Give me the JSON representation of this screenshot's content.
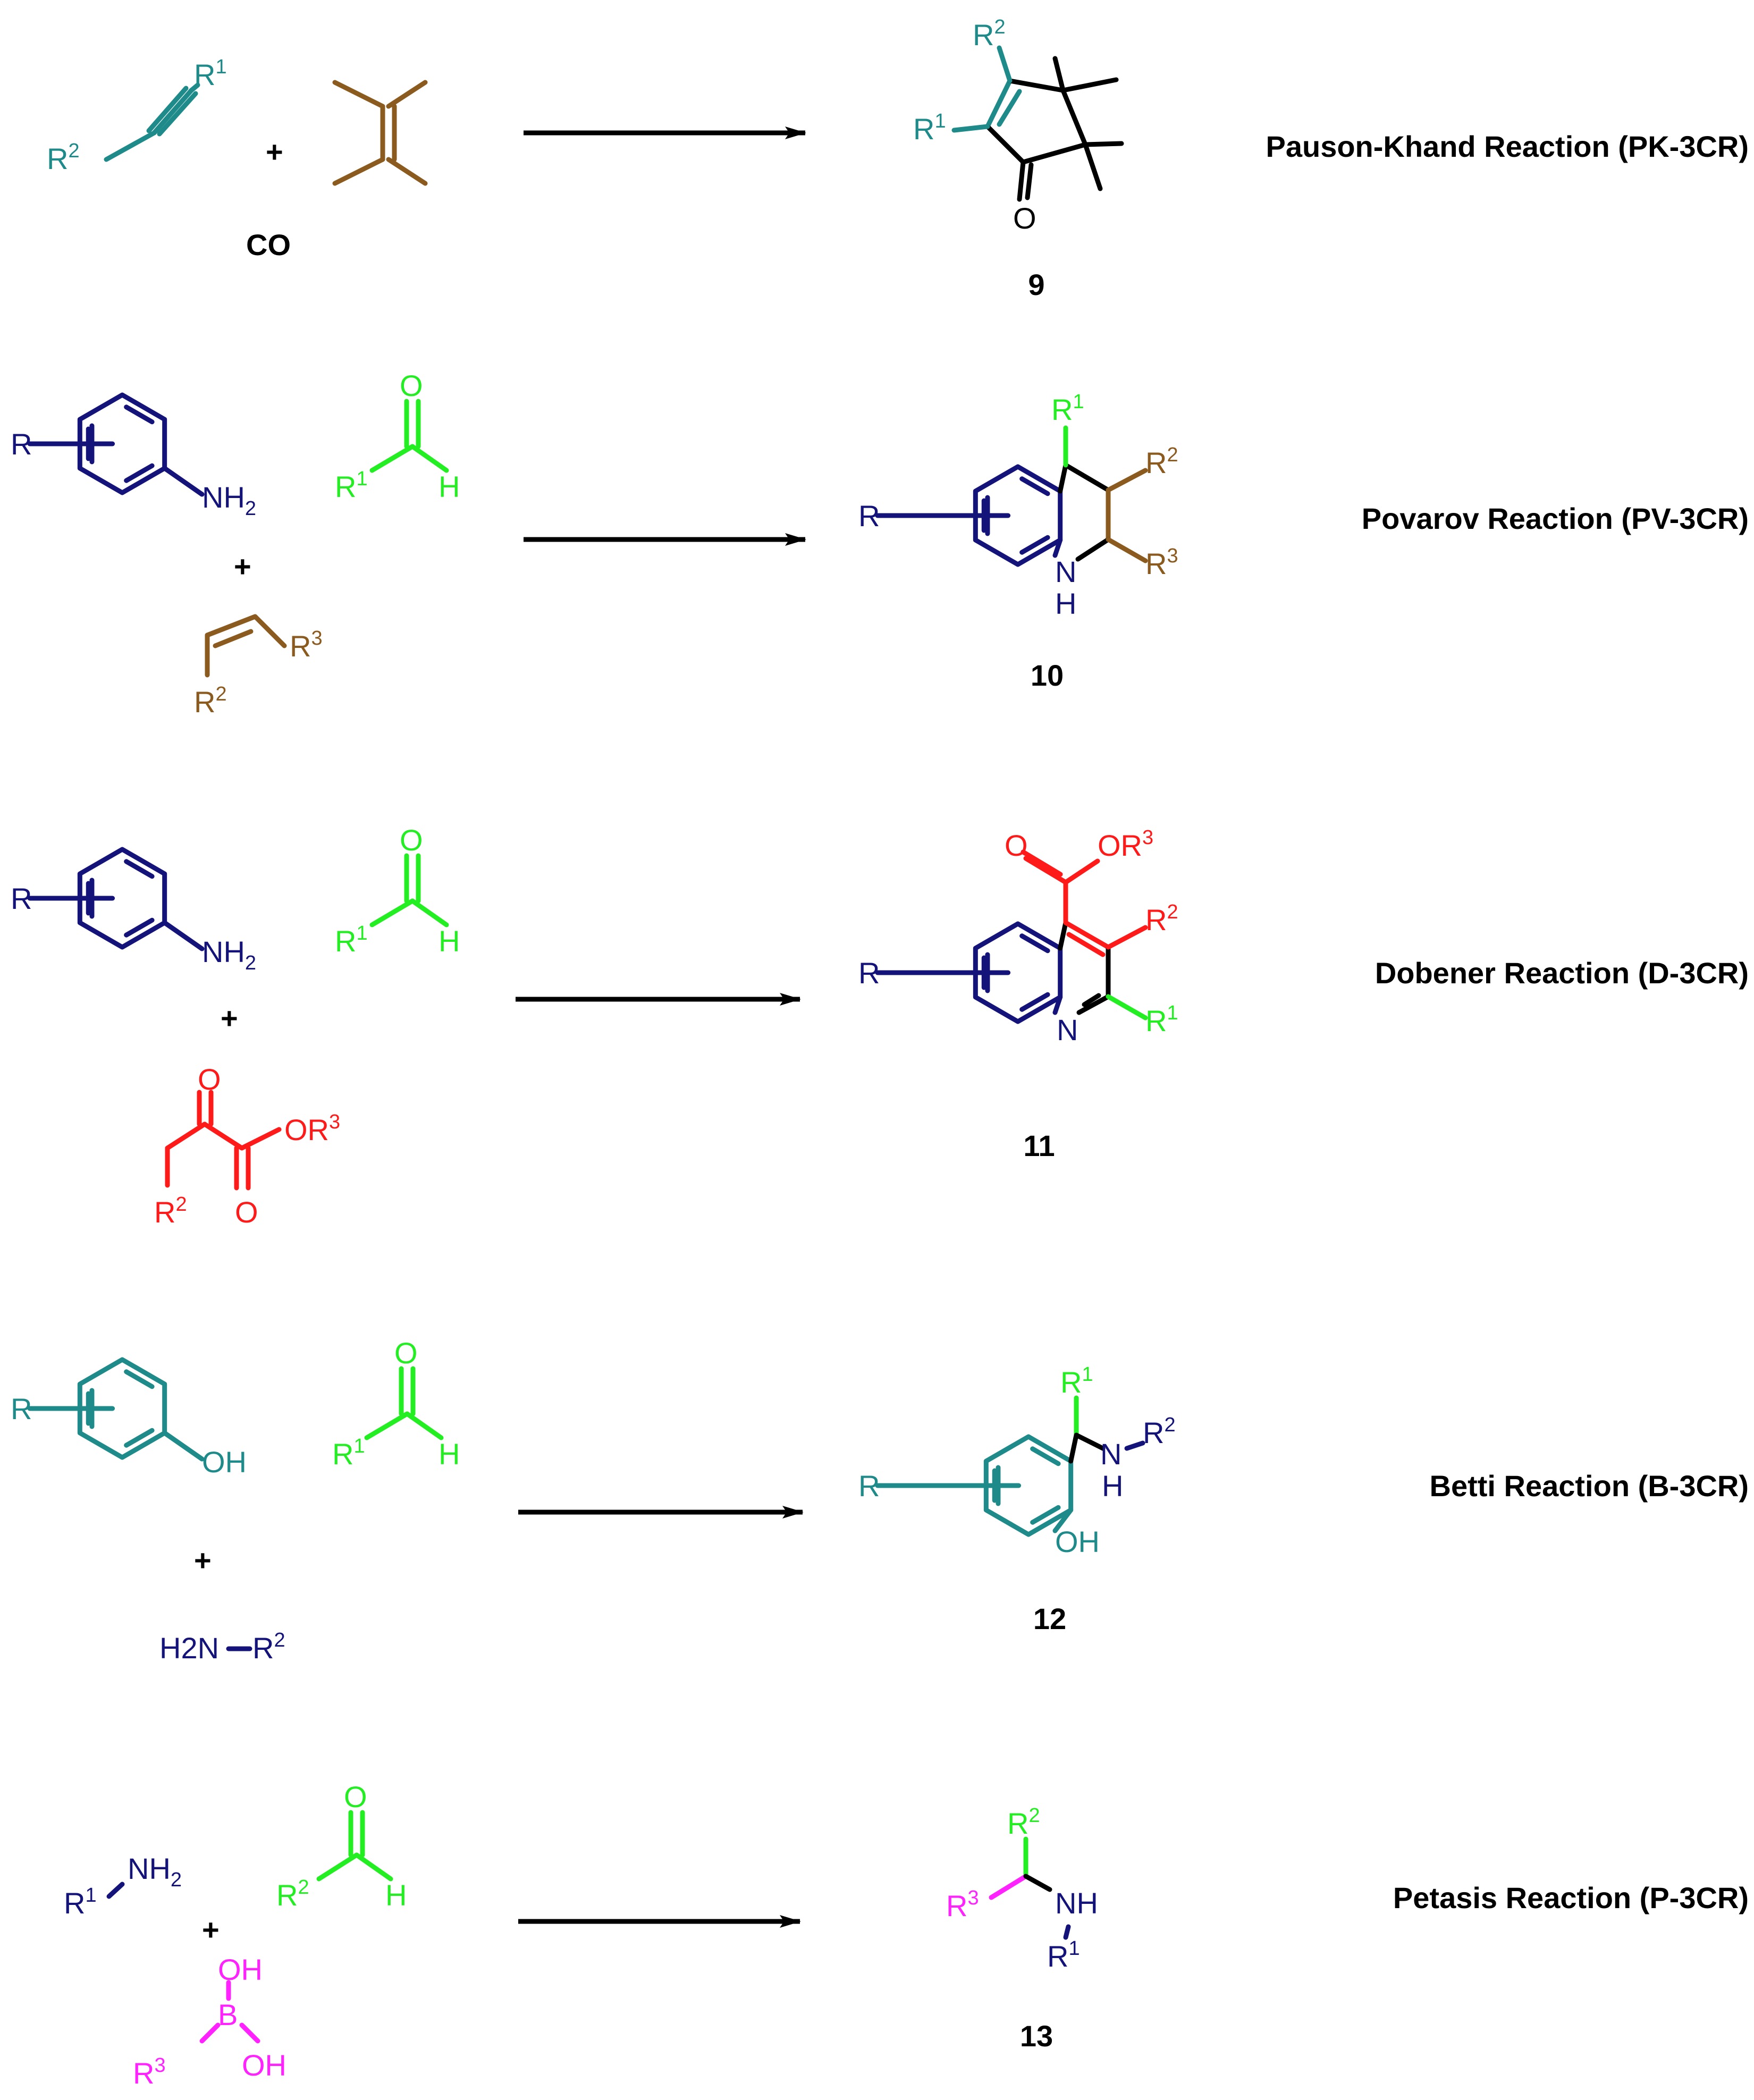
{
  "colors": {
    "black": "#000000",
    "teal": "#1f8a8a",
    "brown": "#8b5a1e",
    "navy": "#13137a",
    "green": "#22ee22",
    "red": "#ff1a1a",
    "magenta": "#ff22ff"
  },
  "labels": {
    "r": "R",
    "r1": "R1",
    "r2": "R2",
    "r3": "R3",
    "plus": "+",
    "co": "CO",
    "o": "O",
    "h": "H",
    "n": "N",
    "b": "B",
    "nh2": "NH2",
    "h2n": "H2N",
    "nh": "NH",
    "oh": "OH",
    "or3": "OR3"
  },
  "reactions": [
    {
      "name": "Pauson-Khand Reaction (PK-3CR)",
      "compound": "9"
    },
    {
      "name": "Povarov Reaction (PV-3CR)",
      "compound": "10"
    },
    {
      "name": "Dobener Reaction (D-3CR)",
      "compound": "11"
    },
    {
      "name": "Betti Reaction (B-3CR)",
      "compound": "12"
    },
    {
      "name": "Petasis Reaction (P-3CR)",
      "compound": "13"
    }
  ]
}
